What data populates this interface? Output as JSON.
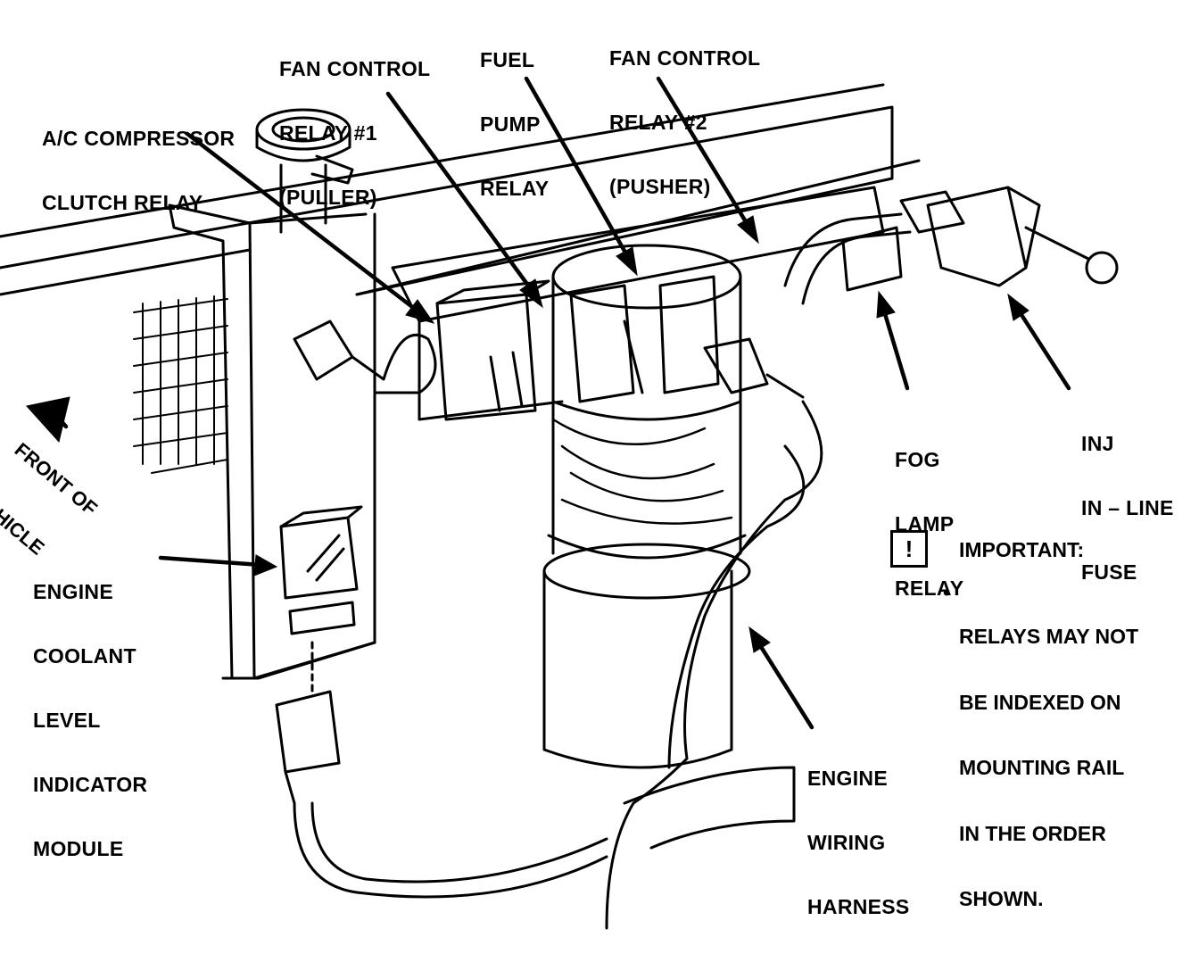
{
  "labels": {
    "ac_relay": [
      "A/C COMPRESSOR",
      "CLUTCH RELAY"
    ],
    "fan_relay_1": [
      "FAN CONTROL",
      "RELAY #1",
      "(PULLER)"
    ],
    "fuel_pump_relay": [
      "FUEL",
      "PUMP",
      "RELAY"
    ],
    "fan_relay_2": [
      "FAN CONTROL",
      "RELAY #2",
      "(PUSHER)"
    ],
    "fog_lamp_relay": [
      "FOG",
      "LAMP",
      "RELAY"
    ],
    "inj_fuse": [
      "INJ",
      "IN – LINE",
      "FUSE"
    ],
    "coolant_module": [
      "ENGINE",
      "COOLANT",
      "LEVEL",
      "INDICATOR",
      "MODULE"
    ],
    "wiring_harness": [
      "ENGINE",
      "WIRING",
      "HARNESS"
    ],
    "front_of_vehicle": [
      "FRONT OF",
      "VEHICLE"
    ]
  },
  "note": {
    "icon": "!",
    "title": "IMPORTANT:",
    "bullet": "•",
    "lines": [
      "RELAYS MAY NOT",
      "BE INDEXED ON",
      "MOUNTING RAIL",
      "IN THE ORDER",
      "SHOWN."
    ]
  }
}
